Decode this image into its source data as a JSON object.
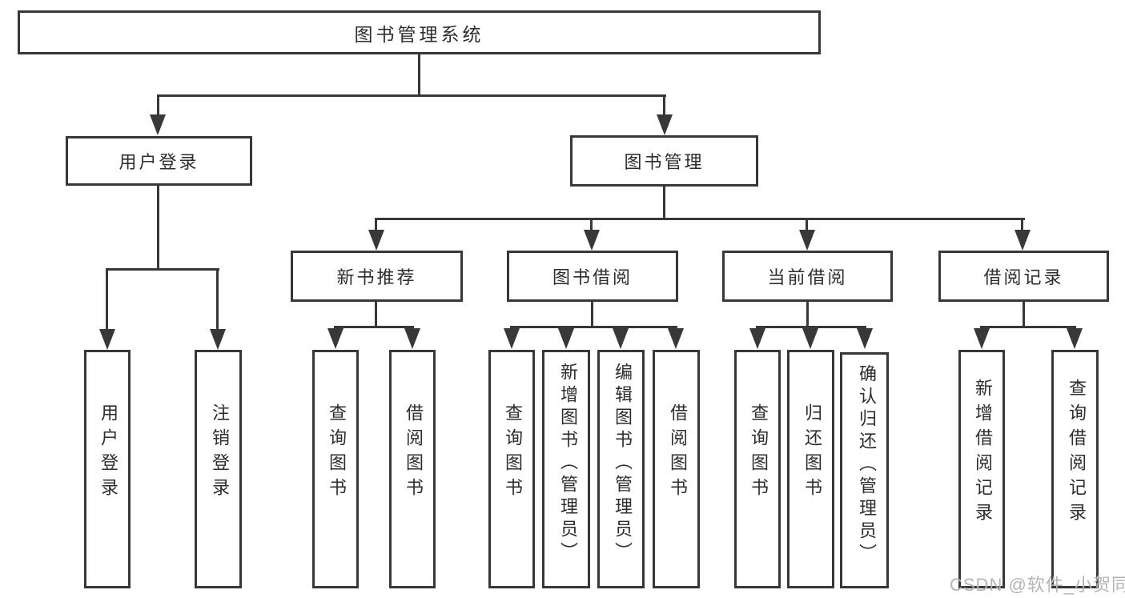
{
  "title": "图书管理系统",
  "colors": {
    "line": "#383838",
    "text": "#2d2d2d",
    "background": "#ffffff",
    "watermark": "#b4b4b4"
  },
  "watermark": {
    "text": "CSDN @软件_小贺同学"
  },
  "hierarchy": {
    "label": "图书管理系统",
    "children": [
      {
        "label": "用户登录",
        "children": [
          {
            "label": "用户登录"
          },
          {
            "label": "注销登录"
          }
        ]
      },
      {
        "label": "图书管理",
        "children": [
          {
            "label": "新书推荐",
            "children": [
              {
                "label": "查询图书"
              },
              {
                "label": "借阅图书"
              }
            ]
          },
          {
            "label": "图书借阅",
            "children": [
              {
                "label": "查询图书"
              },
              {
                "label": "新增图书（管理员）"
              },
              {
                "label": "编辑图书（管理员）"
              },
              {
                "label": "借阅图书"
              }
            ]
          },
          {
            "label": "当前借阅",
            "children": [
              {
                "label": "查询图书"
              },
              {
                "label": "归还图书"
              },
              {
                "label": "确认归还（管理员）"
              }
            ]
          },
          {
            "label": "借阅记录",
            "children": [
              {
                "label": "新增借阅记录"
              },
              {
                "label": "查询借阅记录"
              }
            ]
          }
        ]
      }
    ]
  }
}
